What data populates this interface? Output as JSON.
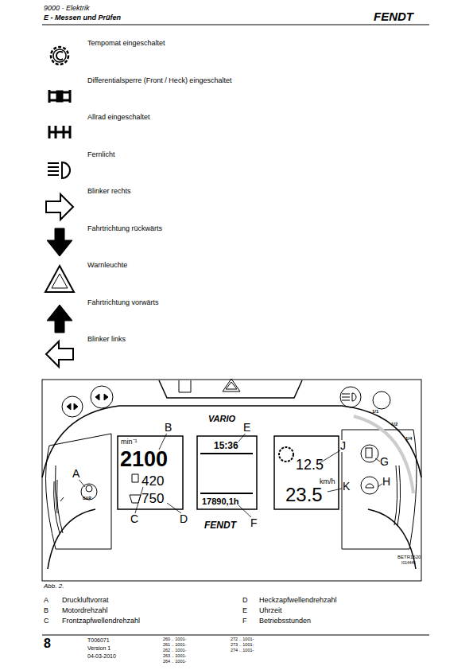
{
  "diagram": {
    "labels": [
      "9000 - Elektrik",
      "E - Messen und Prüfen",
      "FENDT",
      "Tempomat eingeschaltet",
      "Differentialsperre (Front / Heck) eingeschaltet",
      "Allrad eingeschaltet",
      "Fernlicht",
      "Blinker rechts",
      "Fahrtrichtung rückwärts",
      "Warnleuchte",
      "Fahrtrichtung vorwärts",
      "Blinker links",
      "min⁻¹",
      "2100",
      "420",
      "750",
      "15:36",
      "17890,1h",
      "12.5",
      "km/h",
      "23.5",
      "BAR",
      "VARIO",
      "FENDT",
      "1/1",
      "1/2",
      "1/4",
      "A",
      "B",
      "C",
      "D",
      "E",
      "F",
      "G",
      "H",
      "J",
      "K",
      "BETR1520",
      "I014446",
      "Abb. 2.",
      "A",
      "Druckluftvorrat",
      "B",
      "Motordrehzahl",
      "C",
      "Frontzapfwellendrehzahl",
      "D",
      "Heckzapfwellendrehzahl",
      "E",
      "Uhrzeit",
      "F",
      "Betriebsstunden",
      "8",
      "T006071",
      "Version 1",
      "04-03-2010",
      "260 .. 1001-",
      "261 .. 1001-",
      "262 .. 1001-",
      "263 .. 1001-",
      "264 .. 1001-",
      "272 .. 1001-",
      "273 .. 1001-",
      "274 .. 1001-"
    ]
  }
}
